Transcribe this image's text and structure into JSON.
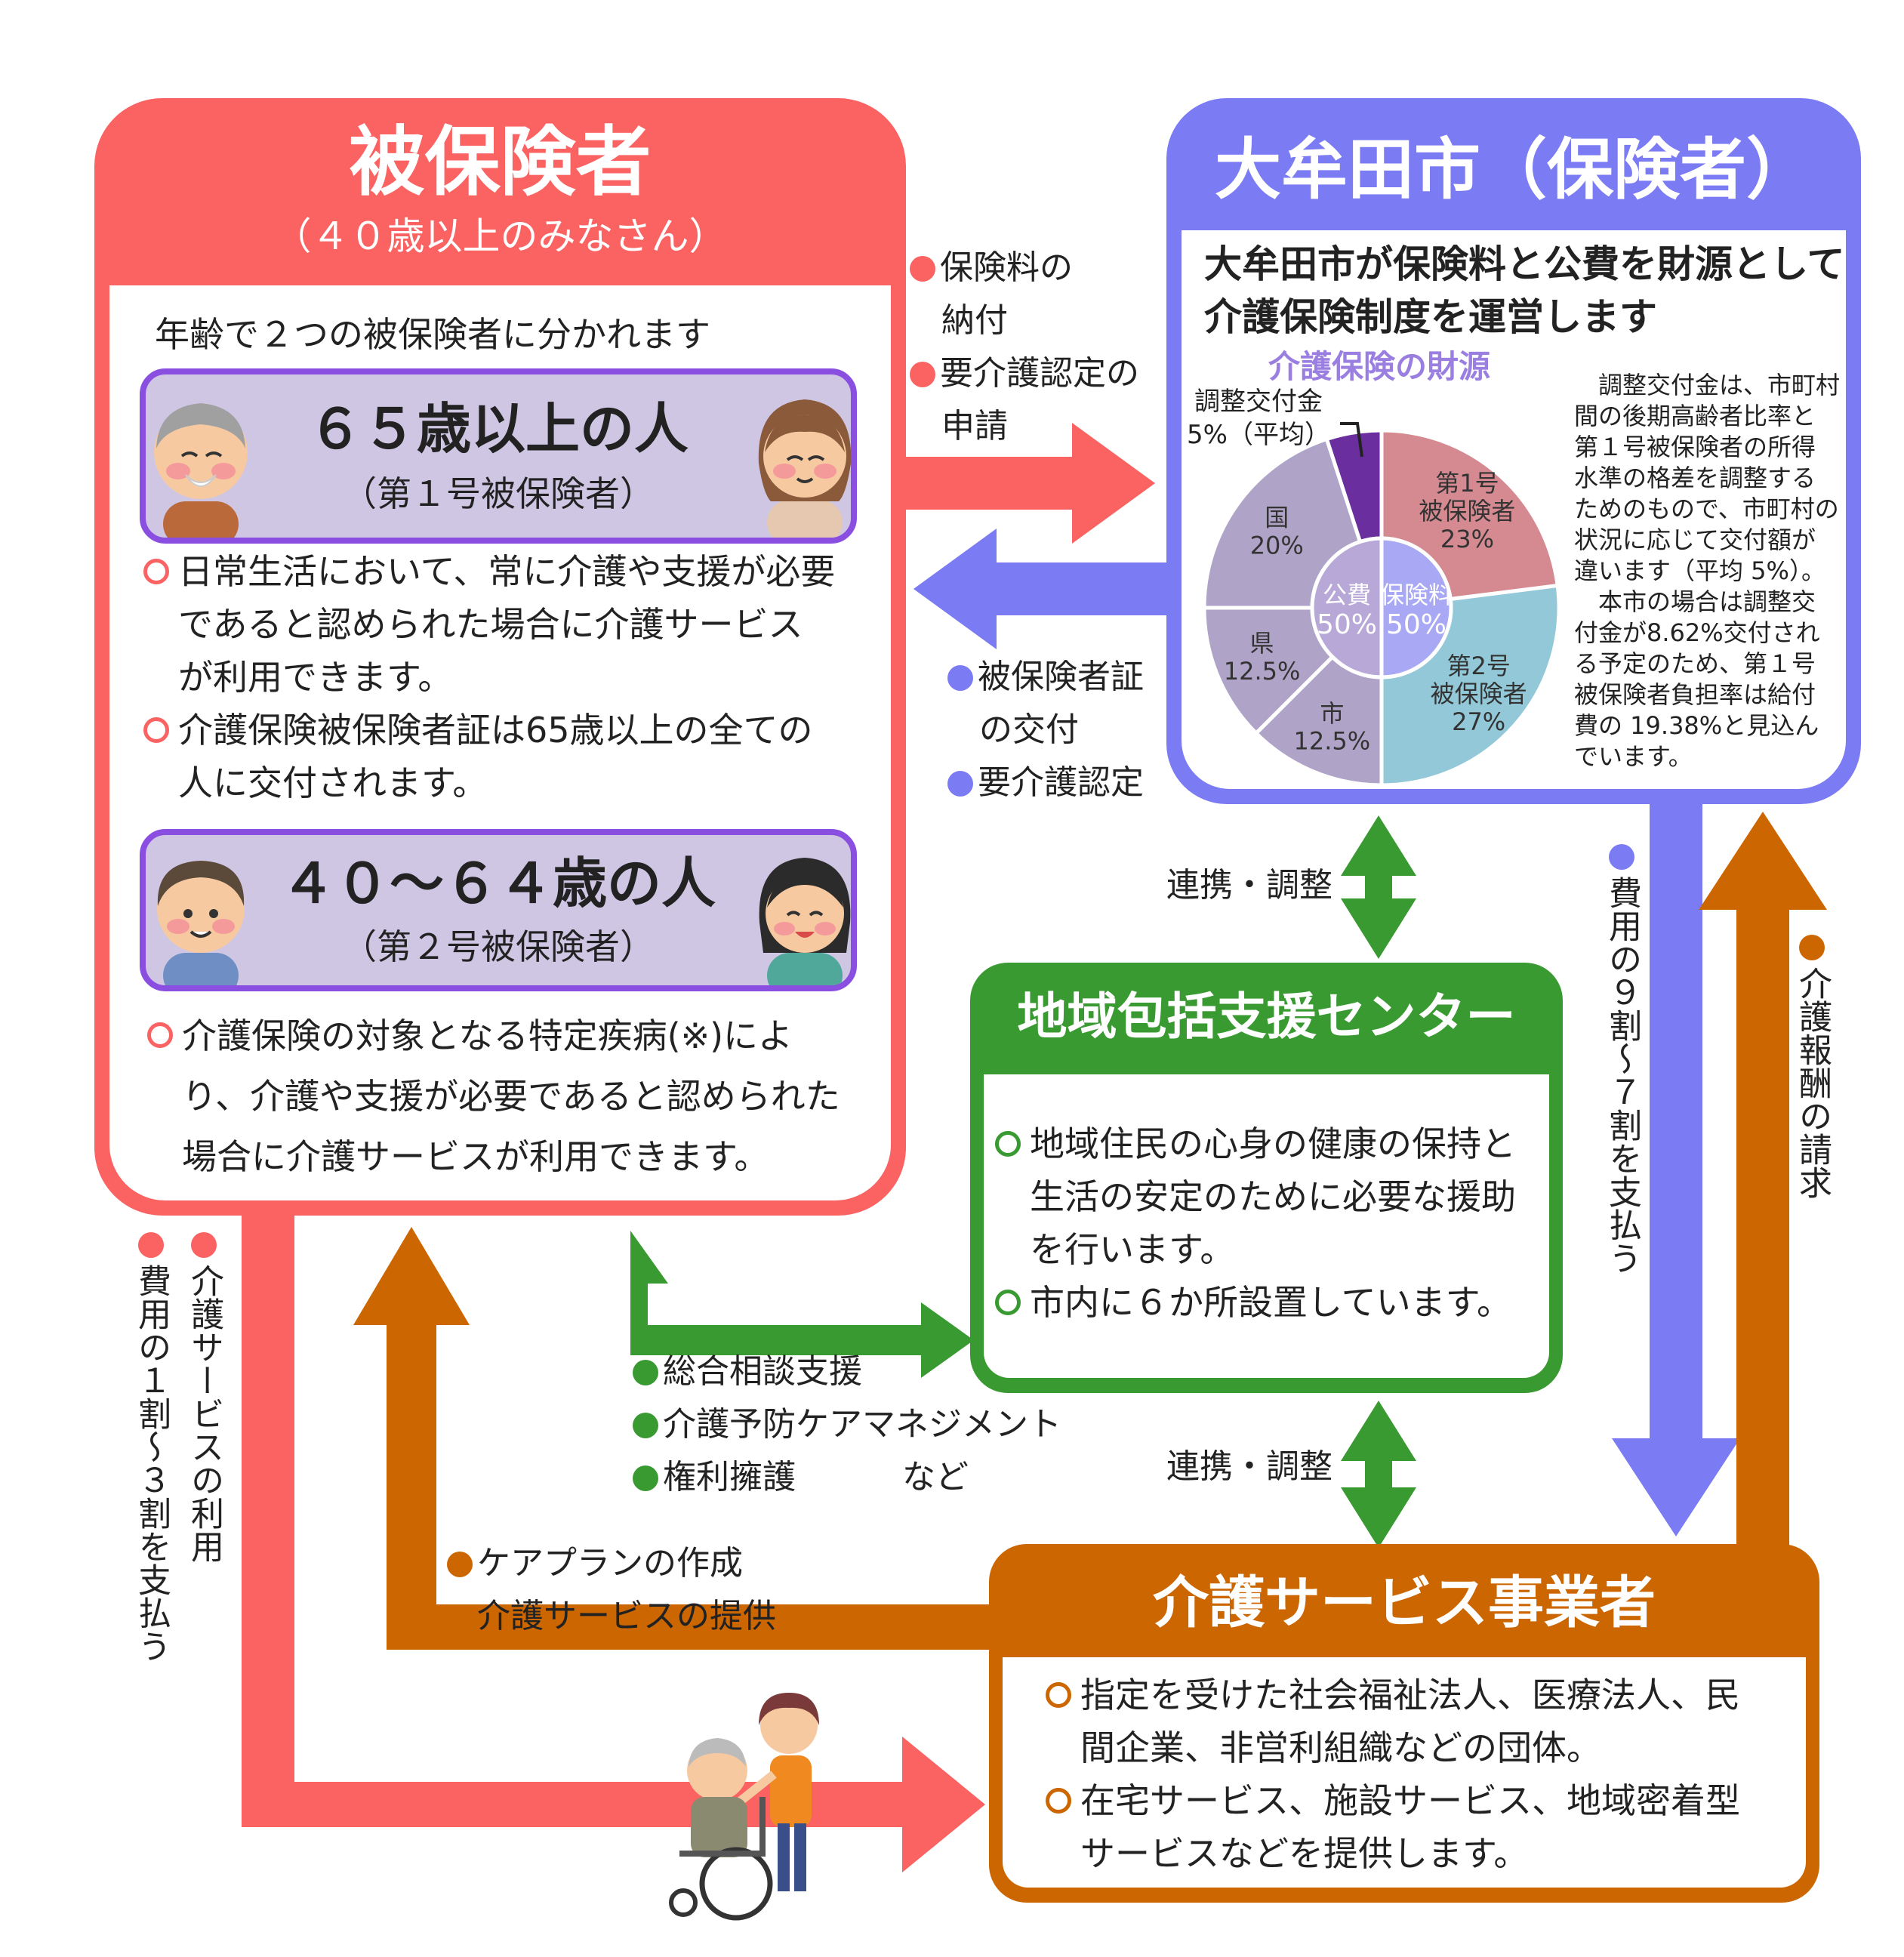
{
  "insured": {
    "title": "被保険者",
    "subtitle": "（４０歳以上のみなさん）",
    "intro": "年齢で２つの被保険者に分かれます",
    "g1": {
      "title": "６５歳以上の人",
      "sub": "（第１号被保険者）"
    },
    "g1_text": [
      "日常生活において、常に介護や支援が必要",
      "であると認められた場合に介護サービス",
      "が利用できます。",
      "介護保険被保険者証は65歳以上の全ての",
      "人に交付されます。"
    ],
    "g2": {
      "title": "４０～６４歳の人",
      "sub": "（第２号被保険者）"
    },
    "g2_text": [
      "介護保険の対象となる特定疾病(※)によ",
      "り、介護や支援が必要であると認められた",
      "場合に介護サービスが利用できます。"
    ]
  },
  "city": {
    "title": "大牟田市（保険者）",
    "desc": [
      "大牟田市が保険料と公費を財源として",
      "介護保険制度を運営します"
    ],
    "chart_title": "介護保険の財源",
    "note": [
      "　調整交付金は、市町村",
      "間の後期高齢者比率と",
      "第１号被保険者の所得",
      "水準の格差を調整する",
      "ためのもので、市町村の",
      "状況に応じて交付額が",
      "違います（平均 5%）。",
      "　本市の場合は調整交",
      "付金が8.62%交付され",
      "る予定のため、第１号",
      "被保険者負担率は給付",
      "費の 19.38%と見込ん",
      "でいます。"
    ]
  },
  "center": {
    "title": "地域包括支援センター",
    "text": [
      "地域住民の心身の健康の保持と",
      "生活の安定のために必要な援助",
      "を行います。",
      "市内に６か所設置しています。"
    ]
  },
  "provider": {
    "title": "介護サービス事業者",
    "text": [
      "指定を受けた社会福祉法人、医療法人、民",
      "間企業、非営利組織などの団体。",
      "在宅サービス、施設サービス、地域密着型",
      "サービスなどを提供します。"
    ]
  },
  "flows": {
    "to_city": [
      "保険料の",
      "納付",
      "要介護認定の",
      "申請"
    ],
    "to_insured": [
      "被保険者証",
      "の交付",
      "要介護認定"
    ],
    "coord1": "連携・調整",
    "coord2": "連携・調整",
    "center_services": [
      "総合相談支援",
      "介護予防ケアマネジメント",
      "権利擁護"
    ],
    "center_services_etc": "など",
    "provider_to_insured": [
      "ケアプランの作成",
      "介護サービスの提供"
    ],
    "use_service": "介護サービスの利用",
    "pay_user": "費用の１割～３割を支払う",
    "pay_city": "費用の９割～７割を支払う",
    "claim": "介護報酬の請求"
  },
  "colors": {
    "insured": "#fb6262",
    "city": "#7b7bf4",
    "center": "#3a9a32",
    "provider": "#cc6600",
    "group_border": "#8a4fe0",
    "group_fill": "#cfc6e3"
  },
  "chart_data": {
    "type": "pie",
    "title": "介護保険の財源",
    "inner": [
      {
        "name": "公費",
        "label": "50%",
        "value": 50,
        "color": "#b8a8d8"
      },
      {
        "name": "保険料",
        "label": "50%",
        "value": 50,
        "color": "#a8a8f4"
      }
    ],
    "outer": [
      {
        "name": "第1号\n被保険者",
        "label": "23%",
        "value": 23,
        "color": "#d48a90"
      },
      {
        "name": "第2号\n被保険者",
        "label": "27%",
        "value": 27,
        "color": "#92c8d8"
      },
      {
        "name": "市",
        "label": "12.5%",
        "value": 12.5,
        "color": "#b0a3c8"
      },
      {
        "name": "県",
        "label": "12.5%",
        "value": 12.5,
        "color": "#b0a3c8"
      },
      {
        "name": "国",
        "label": "20%",
        "value": 20,
        "color": "#b0a3c8"
      },
      {
        "name": "調整交付金\n5%（平均）",
        "label": "",
        "value": 5,
        "color": "#6a2e9e"
      }
    ]
  }
}
